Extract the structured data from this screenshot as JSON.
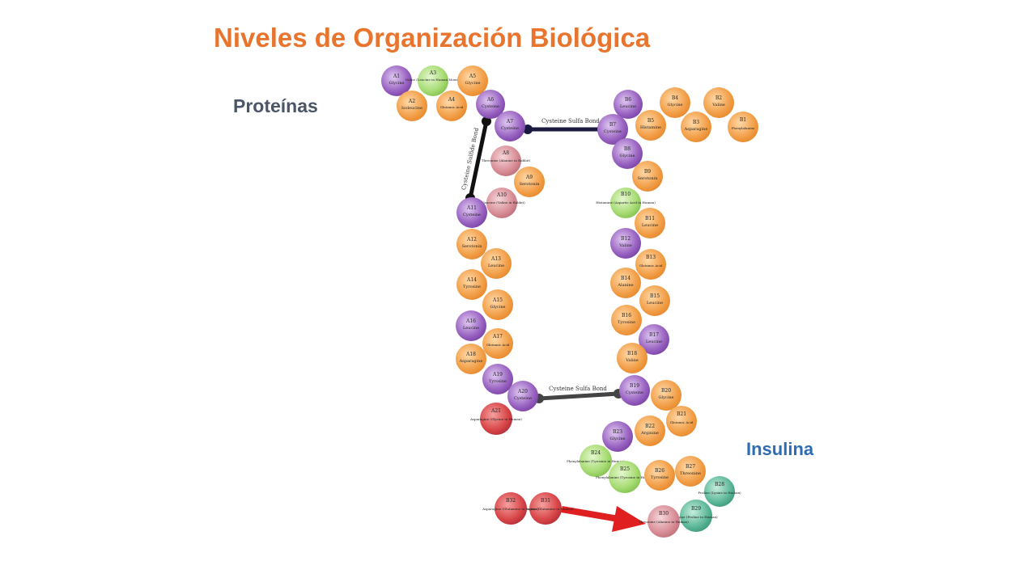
{
  "page": {
    "title": "Niveles de Organización Biológica",
    "subtitle": "Proteínas",
    "caption": "Insulina"
  },
  "colors": {
    "title": "#E8742E",
    "subtitle": "#4A5566",
    "caption": "#2E6DB5",
    "orange_bead": "#F2A04A",
    "purple_bead": "#9A64C2",
    "green_bead": "#A8DC74",
    "pink_bead": "#D98F98",
    "red_bead": "#D9484A",
    "teal_bead": "#5FB99A",
    "arrow": "#E02020",
    "bond": "#222233"
  },
  "bonds": {
    "bond_top": "Cysteine Sulfa Bond",
    "bond_left": "Cysteine Sulfide Bond",
    "bond_bottom": "Cysteine Sulfa Bond"
  },
  "beads": [
    {
      "id": "A1",
      "line1": "A1",
      "line2": "Glycine",
      "color": "purple"
    },
    {
      "id": "A2",
      "line1": "A2",
      "line2": "Isoleucine",
      "color": "orange"
    },
    {
      "id": "A3",
      "line1": "A3",
      "line2": "Valine (Leucine in Human Mouse)",
      "color": "green"
    },
    {
      "id": "A4",
      "line1": "A4",
      "line2": "Glutamic Acid",
      "color": "orange"
    },
    {
      "id": "A5",
      "line1": "A5",
      "line2": "Glycine",
      "color": "orange"
    },
    {
      "id": "A6",
      "line1": "A6",
      "line2": "Cysteine",
      "color": "purple"
    },
    {
      "id": "A7",
      "line1": "A7",
      "line2": "Cysteine",
      "color": "purple"
    },
    {
      "id": "A8",
      "line1": "A8",
      "line2": "Threonine (Alanine in Rabbit)",
      "color": "pink"
    },
    {
      "id": "A9",
      "line1": "A9",
      "line2": "Serotonin",
      "color": "orange"
    },
    {
      "id": "A10",
      "line1": "A10",
      "line2": "Isoleucine (Valine in Rabbit)",
      "color": "pink"
    },
    {
      "id": "A11",
      "line1": "A11",
      "line2": "Cysteine",
      "color": "purple"
    },
    {
      "id": "A12",
      "line1": "A12",
      "line2": "Serotonin",
      "color": "orange"
    },
    {
      "id": "A13",
      "line1": "A13",
      "line2": "Leucine",
      "color": "orange"
    },
    {
      "id": "A14",
      "line1": "A14",
      "line2": "Tyrosine",
      "color": "orange"
    },
    {
      "id": "A15",
      "line1": "A15",
      "line2": "Glycine",
      "color": "orange"
    },
    {
      "id": "A16",
      "line1": "A16",
      "line2": "Leucine",
      "color": "purple"
    },
    {
      "id": "A17",
      "line1": "A17",
      "line2": "Glutamic Acid",
      "color": "orange"
    },
    {
      "id": "A18",
      "line1": "A18",
      "line2": "Asparagine",
      "color": "orange"
    },
    {
      "id": "A19",
      "line1": "A19",
      "line2": "Tyrosine",
      "color": "purple"
    },
    {
      "id": "A20",
      "line1": "A20",
      "line2": "Cysteine",
      "color": "purple"
    },
    {
      "id": "A21",
      "line1": "A21",
      "line2": "Asparagine (Glycine in Human)",
      "color": "red"
    },
    {
      "id": "B1",
      "line1": "B1",
      "line2": "Phenylalanine",
      "color": "orange"
    },
    {
      "id": "B2",
      "line1": "B2",
      "line2": "Valine",
      "color": "orange"
    },
    {
      "id": "B3",
      "line1": "B3",
      "line2": "Asparagine",
      "color": "orange"
    },
    {
      "id": "B4",
      "line1": "B4",
      "line2": "Glycine",
      "color": "orange"
    },
    {
      "id": "B5",
      "line1": "B5",
      "line2": "Histamine",
      "color": "orange"
    },
    {
      "id": "B6",
      "line1": "B6",
      "line2": "Leucine",
      "color": "purple"
    },
    {
      "id": "B7",
      "line1": "B7",
      "line2": "Cysteine",
      "color": "purple"
    },
    {
      "id": "B8",
      "line1": "B8",
      "line2": "Glycine",
      "color": "purple"
    },
    {
      "id": "B9",
      "line1": "B9",
      "line2": "Serotonin",
      "color": "orange"
    },
    {
      "id": "B10",
      "line1": "B10",
      "line2": "Histamine (Aspartic Acid in Human)",
      "color": "green"
    },
    {
      "id": "B11",
      "line1": "B11",
      "line2": "Leucine",
      "color": "orange"
    },
    {
      "id": "B12",
      "line1": "B12",
      "line2": "Valine",
      "color": "purple"
    },
    {
      "id": "B13",
      "line1": "B13",
      "line2": "Glutamic Acid",
      "color": "orange"
    },
    {
      "id": "B14",
      "line1": "B14",
      "line2": "Alanine",
      "color": "orange"
    },
    {
      "id": "B15",
      "line1": "B15",
      "line2": "Leucine",
      "color": "orange"
    },
    {
      "id": "B16",
      "line1": "B16",
      "line2": "Tyrosine",
      "color": "orange"
    },
    {
      "id": "B17",
      "line1": "B17",
      "line2": "Leucine",
      "color": "purple"
    },
    {
      "id": "B18",
      "line1": "B18",
      "line2": "Valine",
      "color": "orange"
    },
    {
      "id": "B19",
      "line1": "B19",
      "line2": "Cysteine",
      "color": "purple"
    },
    {
      "id": "B20",
      "line1": "B20",
      "line2": "Glycine",
      "color": "orange"
    },
    {
      "id": "B21",
      "line1": "B21",
      "line2": "Glutamic Acid",
      "color": "orange"
    },
    {
      "id": "B22",
      "line1": "B22",
      "line2": "Arginine",
      "color": "orange"
    },
    {
      "id": "B23",
      "line1": "B23",
      "line2": "Glycine",
      "color": "purple"
    },
    {
      "id": "B24",
      "line1": "B24",
      "line2": "Phenylalanine (Tyrosine in Human)",
      "color": "green"
    },
    {
      "id": "B25",
      "line1": "B25",
      "line2": "Phenylalanine (Tyrosine in Human)",
      "color": "green"
    },
    {
      "id": "B26",
      "line1": "B26",
      "line2": "Tyrosine",
      "color": "orange"
    },
    {
      "id": "B27",
      "line1": "B27",
      "line2": "Threonine",
      "color": "orange"
    },
    {
      "id": "B28",
      "line1": "B28",
      "line2": "Proline (Lysine in Human)",
      "color": "teal"
    },
    {
      "id": "B29",
      "line1": "B29",
      "line2": "Lysine (Proline in Human)",
      "color": "teal"
    },
    {
      "id": "B30",
      "line1": "B30",
      "line2": "Threonine (Alanine in Human)",
      "color": "pink"
    },
    {
      "id": "B31",
      "line1": "B31",
      "line2": "Asparagine (Glutamine in Human)",
      "color": "red"
    },
    {
      "id": "B32",
      "line1": "B32",
      "line2": "Asparagine (Glutamine in Human)",
      "color": "red"
    }
  ]
}
